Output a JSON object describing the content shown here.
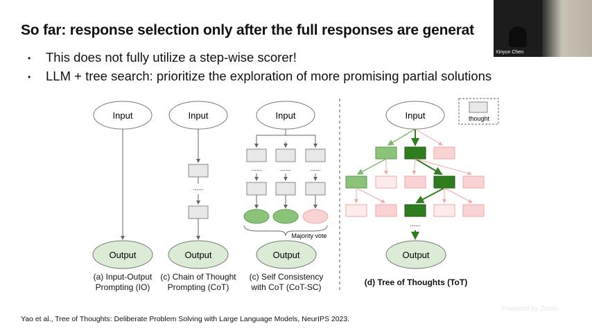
{
  "slide": {
    "title": "So far: response selection only after the full responses are generat",
    "bullets": [
      "This does not fully utilize a step-wise scorer!",
      "LLM + tree search: prioritize the exploration of more promising partial solutions"
    ],
    "citation": "Yao et al., Tree of Thoughts: Deliberate Problem Solving with Large Language Models, NeurIPS 2023."
  },
  "camera": {
    "participant_name": "Xinyun Chen"
  },
  "zoom_overlay": "Powered by Zoom",
  "diagram": {
    "input_label": "Input",
    "output_label": "Output",
    "dots": "......",
    "majority_vote": "Majority vote",
    "legend_label": "thought",
    "captions": {
      "io": [
        "(a) Input-Output",
        "Prompting (IO)"
      ],
      "cot": [
        "(c) Chain of Thought",
        "Prompting (CoT)"
      ],
      "cotsc": [
        "(c) Self Consistency",
        "with CoT (CoT-SC)"
      ],
      "tot": "(d) Tree of Thoughts (ToT)"
    },
    "colors": {
      "output_fill": "#dcebd6",
      "gray_box": "#e8e8e8",
      "light_green": "#8bc37a",
      "dark_green": "#2f7d1f",
      "pink": "#f9d3d3",
      "pink_light": "#fdeaea"
    }
  }
}
